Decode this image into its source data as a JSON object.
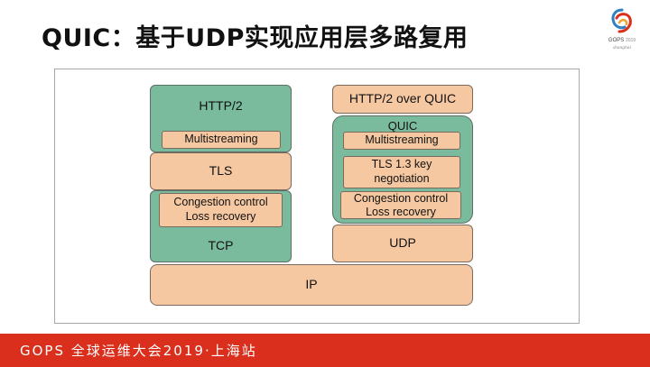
{
  "slide": {
    "title": "QUIC：基于UDP实现应用层多路复用"
  },
  "logo": {
    "name": "GOPS",
    "year": "2019",
    "city": "shanghai"
  },
  "diagram": {
    "left_stack": {
      "http2": "HTTP/2",
      "multistreaming": "Multistreaming",
      "tls": "TLS",
      "congestion_control": "Congestion control",
      "loss_recovery": "Loss recovery",
      "tcp": "TCP"
    },
    "right_stack": {
      "http2_over_quic": "HTTP/2 over QUIC",
      "quic": "QUIC",
      "multistreaming": "Multistreaming",
      "tls_line1": "TLS 1.3 key",
      "tls_line2": "negotiation",
      "congestion_control": "Congestion control",
      "loss_recovery": "Loss recovery",
      "udp": "UDP"
    },
    "ip": "IP"
  },
  "footer": {
    "text": "GOPS 全球运维大会2019·上海站"
  },
  "colors": {
    "green": "#79bb9c",
    "orange": "#f6c8a2",
    "footer_red": "#d92f1c"
  }
}
